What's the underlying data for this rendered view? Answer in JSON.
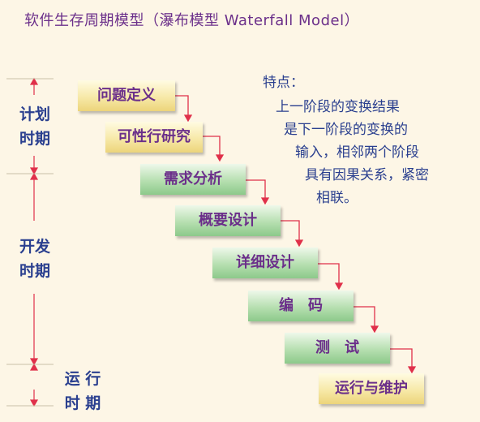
{
  "title": "软件生存周期模型（瀑布模型 Waterfall Model）",
  "phases": [
    {
      "line1": "计划",
      "line2": "时期"
    },
    {
      "line1": "开发",
      "line2": "时期"
    },
    {
      "line1": "运 行",
      "line2": "时 期"
    }
  ],
  "stages": [
    {
      "label": "问题定义",
      "color": "#f3dd8c"
    },
    {
      "label": "可性行研究",
      "color": "#f3dd8c"
    },
    {
      "label": "需求分析",
      "color": "#a8d8a0"
    },
    {
      "label": "概要设计",
      "color": "#a8d8a0"
    },
    {
      "label": "详细设计",
      "color": "#a8d8a0"
    },
    {
      "label": "编　码",
      "color": "#a8d8a0"
    },
    {
      "label": "测　试",
      "color": "#a8d8a0"
    },
    {
      "label": "运行与维护",
      "color": "#f3dd8c"
    }
  ],
  "features": {
    "heading": "特点：",
    "lines": [
      "上一阶段的变换结果",
      "是下一阶段的变换的",
      "输入，相邻两个阶段",
      "具有因果关系，紧密",
      "相联。"
    ]
  },
  "colors": {
    "title": "#6b2f8a",
    "text_blue": "#2a3f8f",
    "connector": "#e0304a",
    "background": "#fdf6e6"
  }
}
